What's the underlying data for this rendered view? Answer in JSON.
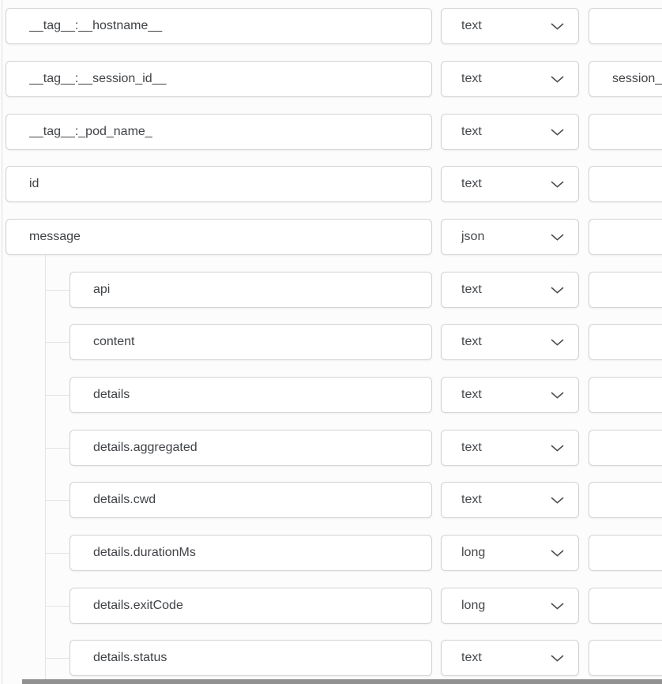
{
  "panel": {
    "description": "field mapping list",
    "colors": {
      "box_border": "#d2d2d2",
      "text": "#404347",
      "tree_line": "#e4e4e4",
      "panel_left_border": "#e2e2e2",
      "bottom_bar": "#919191",
      "box_background": "#ffffff"
    }
  },
  "icons": {
    "dropdown": "chevron-down-icon"
  },
  "rows": [
    {
      "name": "__tag__:__hostname__",
      "type": "text",
      "value": ""
    },
    {
      "name": "__tag__:__session_id__",
      "type": "text",
      "value": "session_id"
    },
    {
      "name": "__tag__:_pod_name_",
      "type": "text",
      "value": ""
    },
    {
      "name": "id",
      "type": "text",
      "value": ""
    },
    {
      "name": "message",
      "type": "json",
      "value": ""
    },
    {
      "name": "api",
      "type": "text",
      "value": ""
    },
    {
      "name": "content",
      "type": "text",
      "value": ""
    },
    {
      "name": "details",
      "type": "text",
      "value": ""
    },
    {
      "name": "details.aggregated",
      "type": "text",
      "value": ""
    },
    {
      "name": "details.cwd",
      "type": "text",
      "value": ""
    },
    {
      "name": "details.durationMs",
      "type": "long",
      "value": ""
    },
    {
      "name": "details.exitCode",
      "type": "long",
      "value": ""
    },
    {
      "name": "details.status",
      "type": "text",
      "value": ""
    }
  ]
}
